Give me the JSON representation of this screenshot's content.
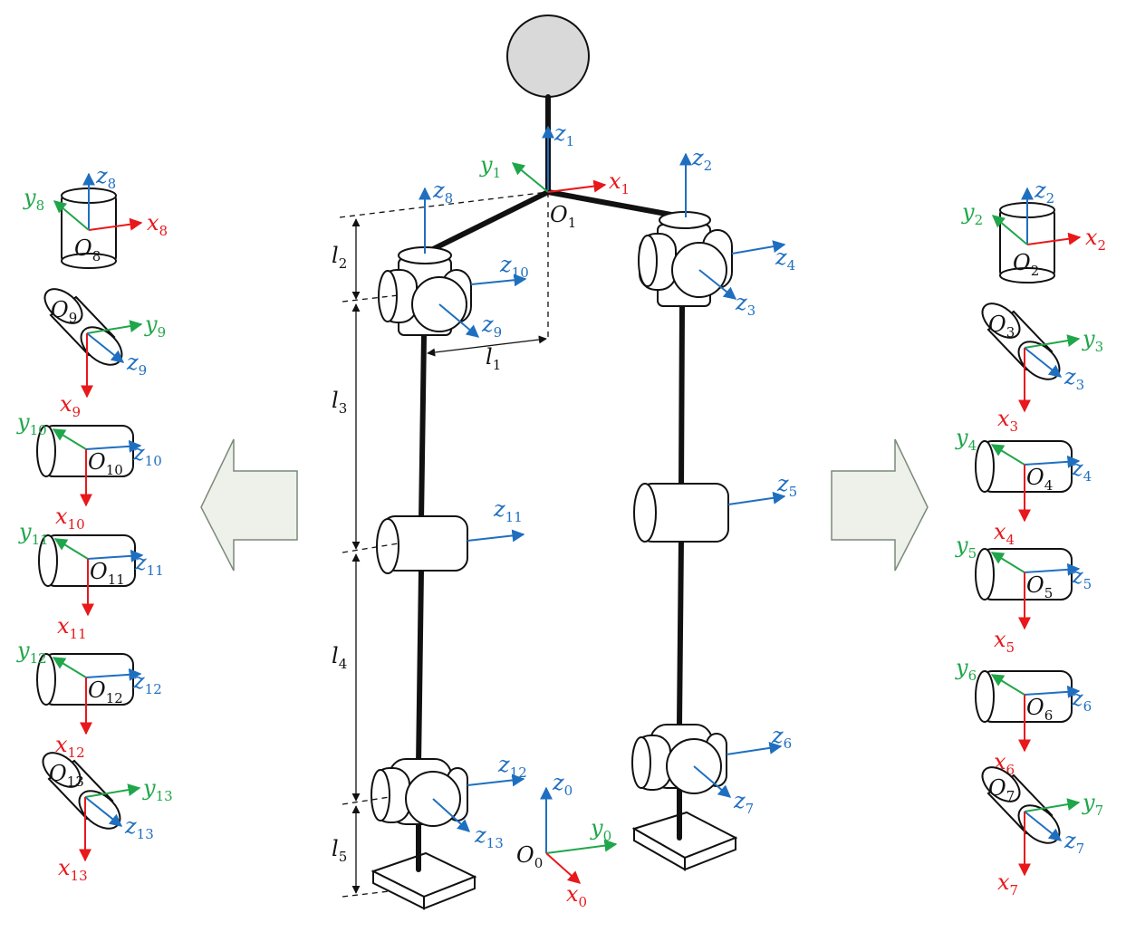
{
  "colors": {
    "z_axis": "#1f6fc0",
    "x_axis": "#e8181b",
    "y_axis": "#1fa64a",
    "head": "#d9d9d9",
    "arrow_fill": "#eef0ea",
    "arrow_stroke": "#7a8a7a"
  },
  "labels": {
    "z": [
      "0",
      "1",
      "2",
      "3",
      "4",
      "5",
      "6",
      "7",
      "8",
      "9",
      "10",
      "11",
      "12",
      "13"
    ],
    "axis_letters": {
      "z": "z",
      "x": "x",
      "y": "y",
      "origin": "O",
      "length": "l"
    }
  },
  "lengths": [
    "1",
    "2",
    "3",
    "4",
    "5"
  ],
  "main": {
    "head": "head",
    "origin_O1": {
      "name": "O",
      "sub": "1"
    },
    "origin_O0": {
      "name": "O",
      "sub": "0"
    }
  },
  "left_panel": {
    "frames": [
      "8",
      "9",
      "10",
      "11",
      "12",
      "13"
    ]
  },
  "right_panel": {
    "frames": [
      "2",
      "3",
      "4",
      "5",
      "6",
      "7"
    ]
  }
}
